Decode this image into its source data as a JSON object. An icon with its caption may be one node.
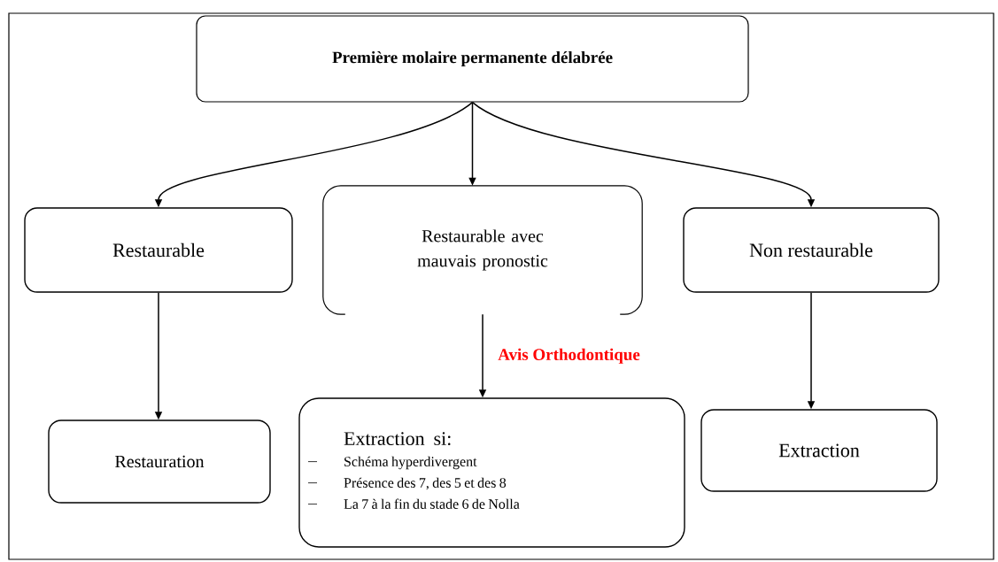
{
  "diagram": {
    "nodes": [
      {
        "text": [
          "Première molaire permanente délabrée"
        ]
      },
      {
        "text": [
          "Restaurable"
        ]
      },
      {
        "text": [
          "Restaurable avec mauvais pronostic"
        ]
      },
      {
        "text": [
          "Non restaurable"
        ]
      },
      {
        "text": [
          "Restauration"
        ]
      },
      {
        "text": [
          "Extraction si:",
          "Schéma hyperdivergent",
          "Présence des 7, des 5 et des 8",
          "La 7 à la fin du stade 6 de Nolla"
        ]
      },
      {
        "text": [
          "Extraction"
        ]
      }
    ],
    "edges": [
      {
        "from": 0,
        "to": 1,
        "arrow": "to"
      },
      {
        "from": 0,
        "to": 2,
        "arrow": "to"
      },
      {
        "from": 0,
        "to": 3,
        "arrow": "to"
      },
      {
        "from": 1,
        "to": 4,
        "arrow": "to"
      },
      {
        "from": 2,
        "to": 5,
        "arrow": "to",
        "label": "Avis Orthodontique"
      },
      {
        "from": 3,
        "to": 6,
        "arrow": "to"
      }
    ]
  }
}
